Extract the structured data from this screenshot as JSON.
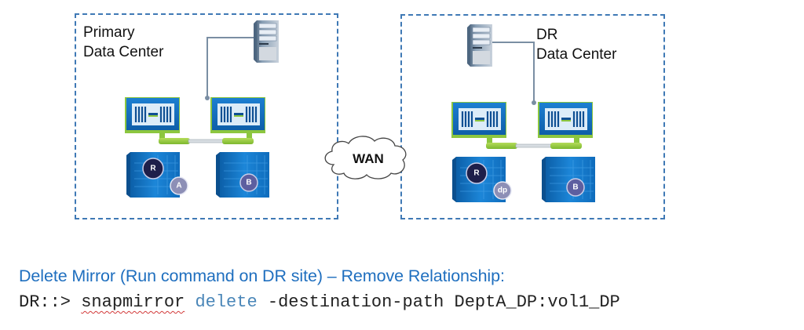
{
  "sites": {
    "primary": {
      "label_line1": "Primary",
      "label_line2": "Data Center",
      "volumes": [
        {
          "badges": [
            "R",
            "A"
          ]
        },
        {
          "badges": [
            "B"
          ]
        }
      ]
    },
    "dr": {
      "label_line1": "DR",
      "label_line2": "Data Center",
      "volumes": [
        {
          "badges": [
            "R",
            "dp"
          ]
        },
        {
          "badges": [
            "B"
          ]
        }
      ]
    }
  },
  "wan": {
    "label": "WAN"
  },
  "caption": {
    "heading": "Delete Mirror (Run command on DR site) – Remove Relationship:",
    "prompt": "DR::> ",
    "command": "snapmirror",
    "verb": " delete",
    "args": " -destination-path DeptA_DP:vol1_DP"
  },
  "colors": {
    "accent_blue": "#1f6fbf",
    "dashed_border": "#3f79b5",
    "controller_green": "#8cc63f",
    "storage_blue": "#1a7fd4",
    "badge_dark": "#1e1f4a",
    "badge_light": "#8d8fb6"
  }
}
